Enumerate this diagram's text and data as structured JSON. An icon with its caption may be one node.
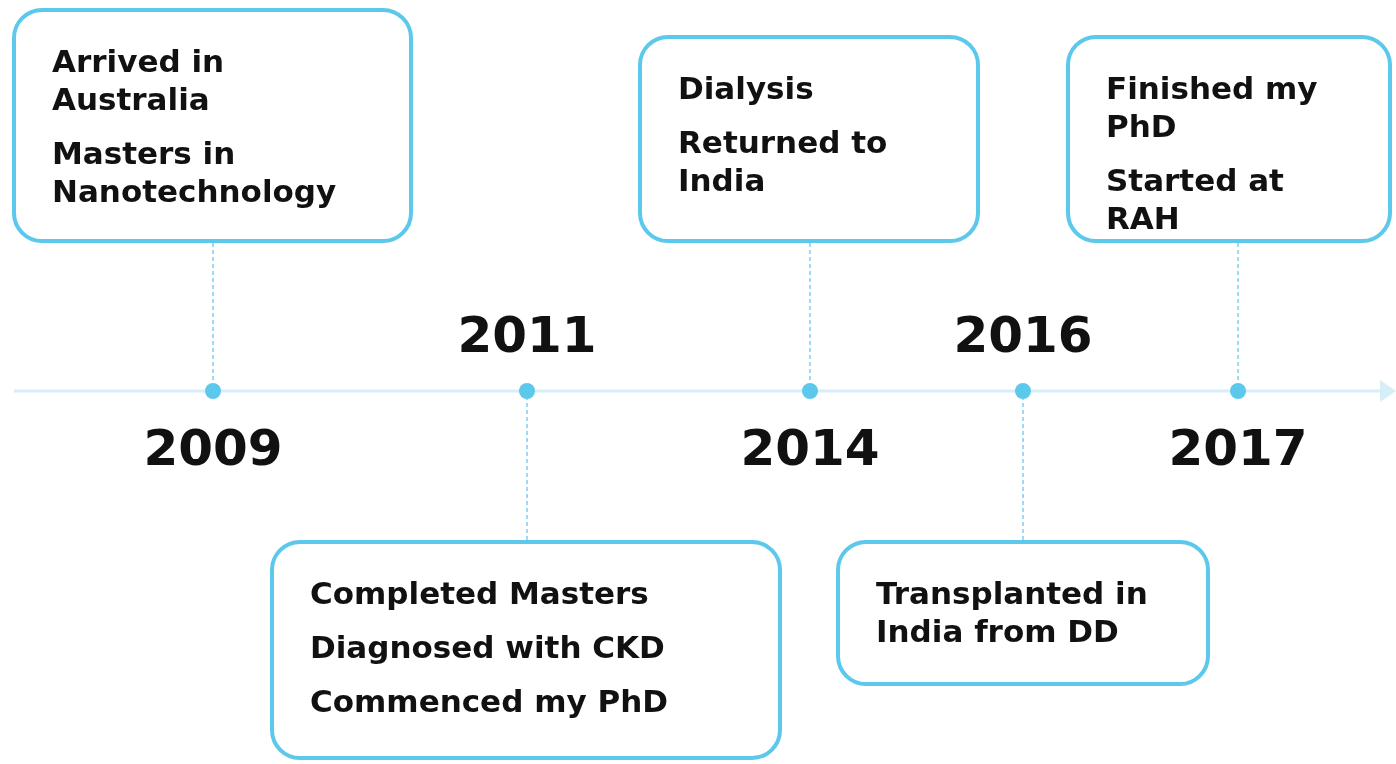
{
  "diagram": {
    "nodes": [
      {
        "text": [
          "Arrived in Australia",
          "Masters in Nanotechnology"
        ]
      },
      {
        "text": [
          "Completed Masters",
          "Diagnosed with CKD",
          "Commenced my PhD"
        ]
      },
      {
        "text": [
          "Dialysis",
          "Returned to India"
        ]
      },
      {
        "text": [
          "Transplanted in India from DD"
        ]
      },
      {
        "text": [
          "Finished my PhD",
          "Started at RAH"
        ]
      },
      {
        "text": [],
        "shape": "circle",
        "beside": [
          "2009"
        ]
      },
      {
        "text": [],
        "shape": "circle",
        "beside": [
          "2011"
        ]
      },
      {
        "text": [],
        "shape": "circle",
        "beside": [
          "2014"
        ]
      },
      {
        "text": [],
        "shape": "circle",
        "beside": [
          "2016"
        ]
      },
      {
        "text": [],
        "shape": "circle",
        "beside": [
          "2017"
        ]
      }
    ],
    "edges": [
      {
        "from": 0,
        "to": 5,
        "arrow": "none",
        "style": "dashed"
      },
      {
        "from": 1,
        "to": 6,
        "arrow": "none",
        "style": "dashed"
      },
      {
        "from": 2,
        "to": 7,
        "arrow": "none",
        "style": "dashed"
      },
      {
        "from": 3,
        "to": 8,
        "arrow": "none",
        "style": "dashed"
      },
      {
        "from": 4,
        "to": 9,
        "arrow": "none",
        "style": "dashed"
      }
    ]
  }
}
